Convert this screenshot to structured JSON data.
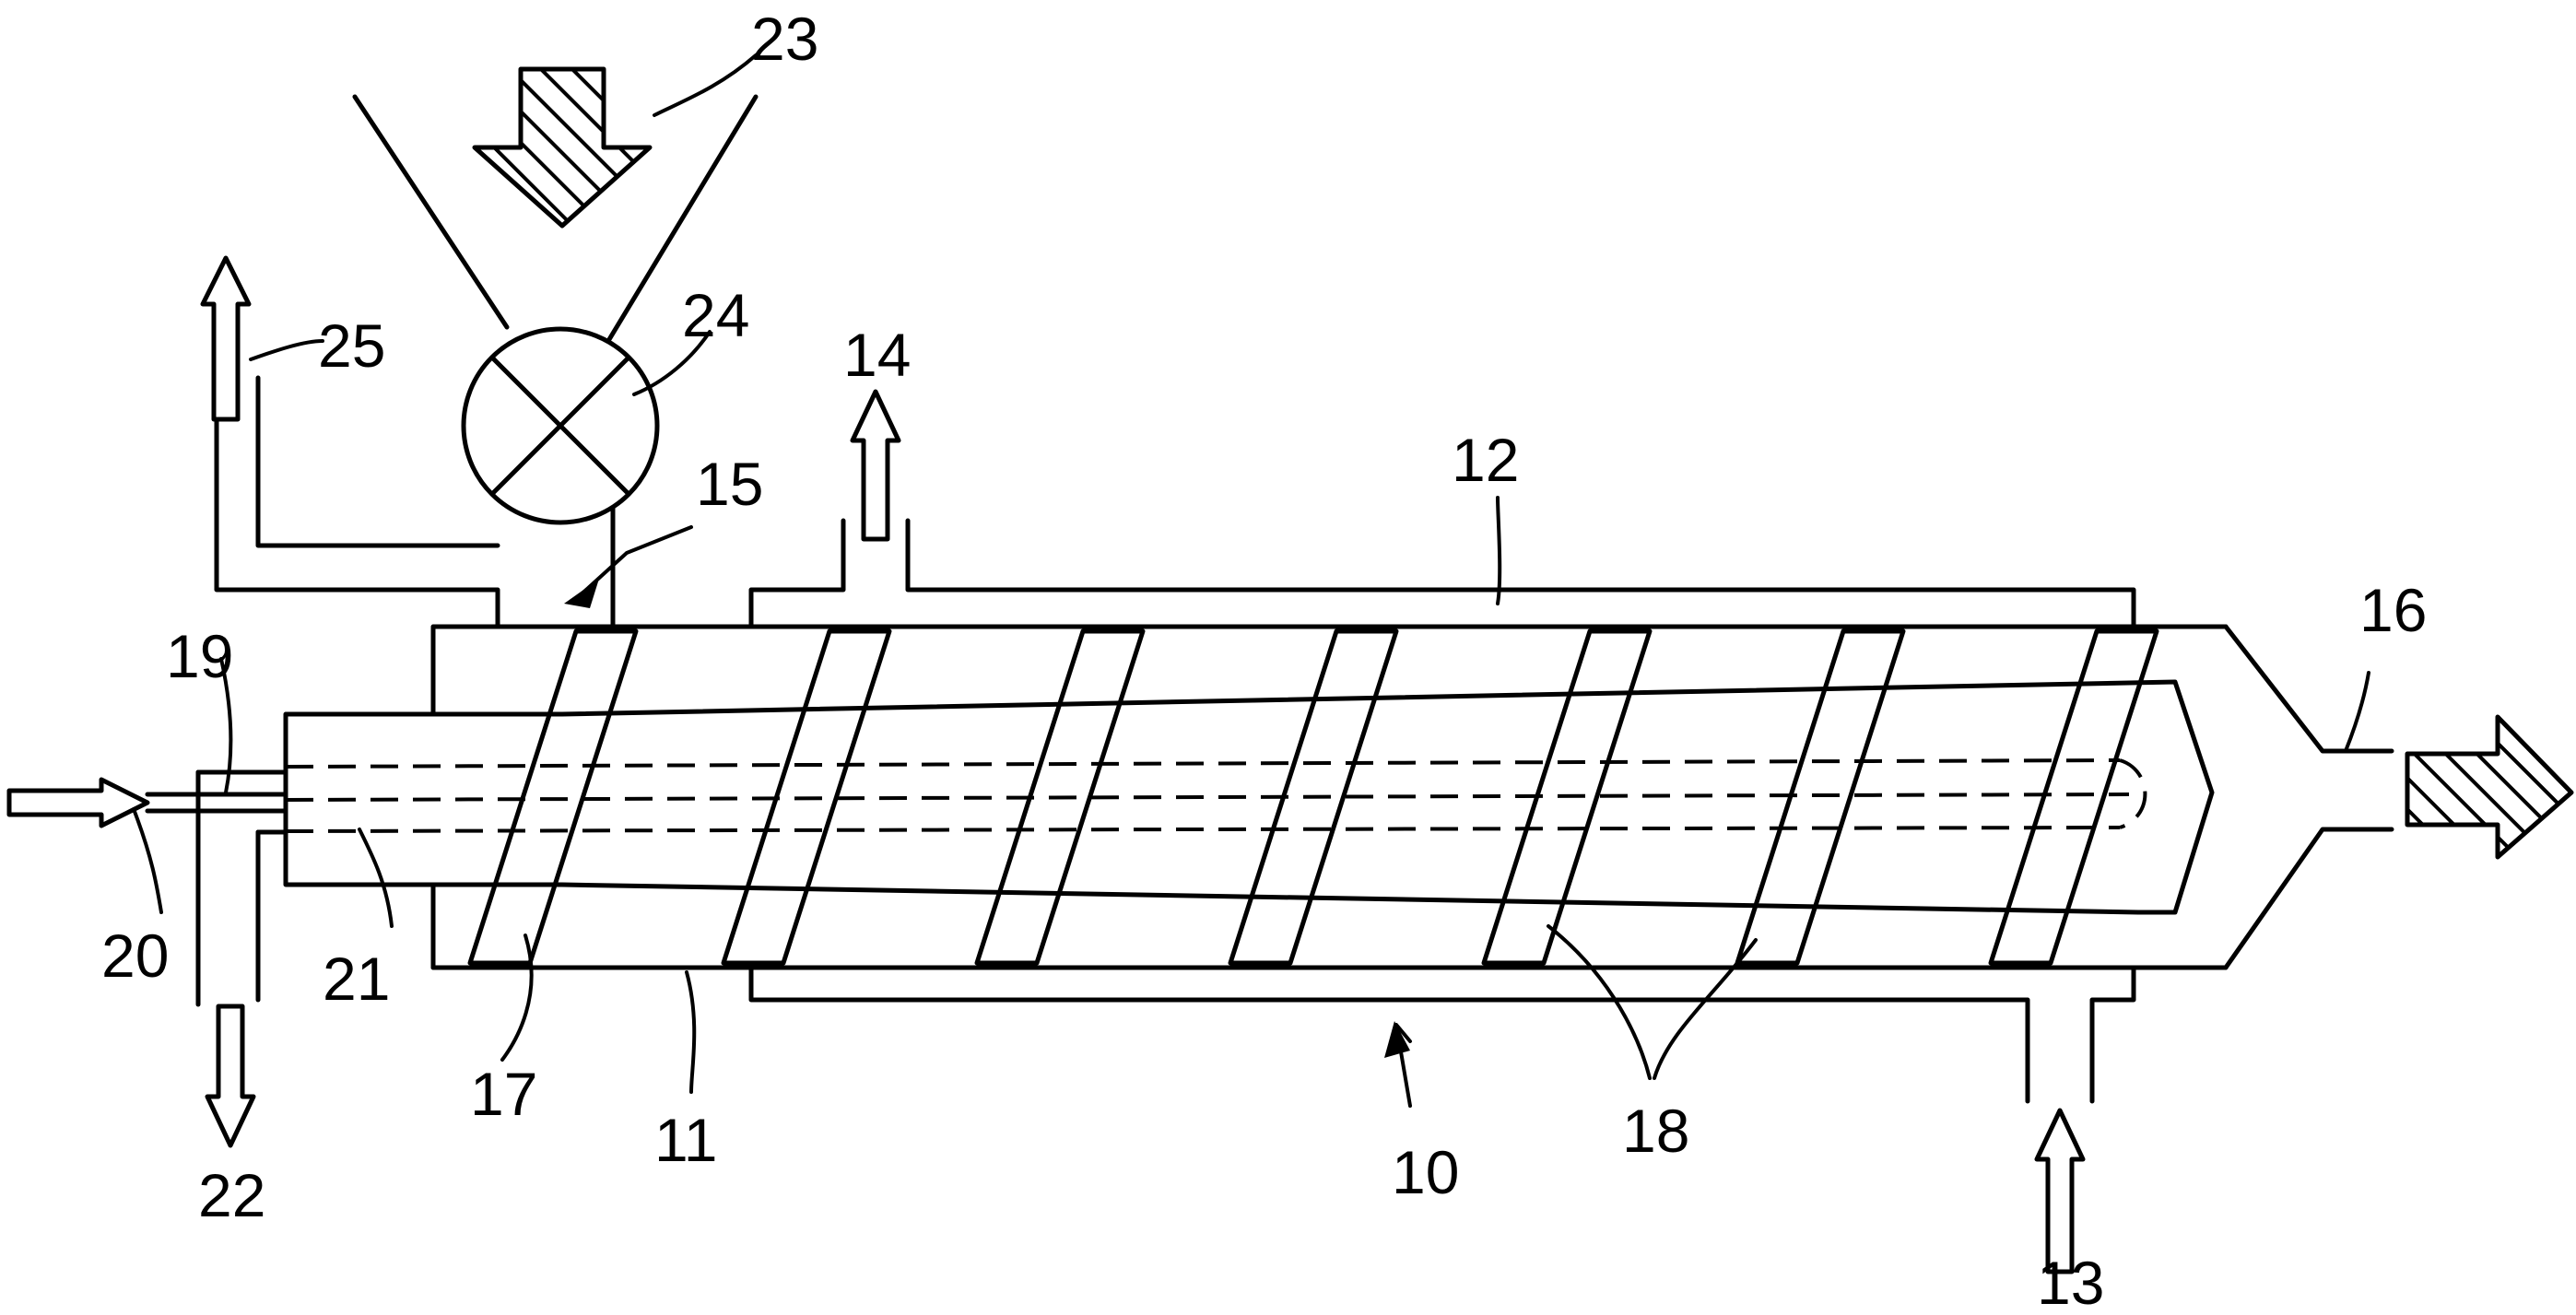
{
  "figure": {
    "labels": {
      "l10": "10",
      "l11": "11",
      "l12": "12",
      "l13": "13",
      "l14": "14",
      "l15": "15",
      "l16": "16",
      "l17": "17",
      "l18": "18",
      "l19": "19",
      "l20": "20",
      "l21": "21",
      "l22": "22",
      "l23": "23",
      "l24": "24",
      "l25": "25"
    }
  }
}
